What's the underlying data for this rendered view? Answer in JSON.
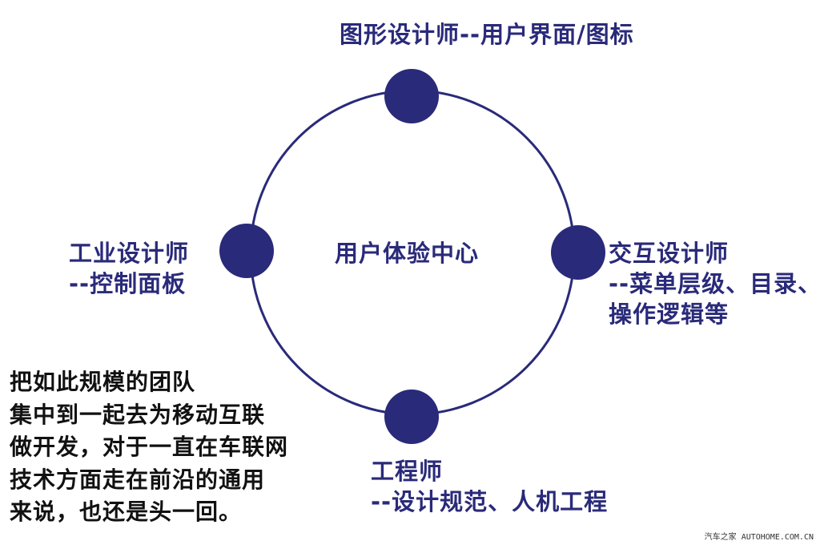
{
  "colors": {
    "ring": "#2a2a7a",
    "node": "#2a2a7a",
    "label": "#2a2a7a",
    "note": "#111111"
  },
  "center": {
    "label": "用户体验中心"
  },
  "nodes": {
    "top": {
      "title": "图形设计师--用户界面/图标"
    },
    "left": {
      "title": "工业设计师",
      "detail": "--控制面板"
    },
    "right": {
      "title": "交互设计师",
      "detail": "--菜单层级、目录、",
      "detail2": "操作逻辑等"
    },
    "bottom": {
      "title": "工程师",
      "detail": "--设计规范、人机工程"
    }
  },
  "note": {
    "lines": [
      "把如此规模的团队",
      "集中到一起去为移动互联",
      "做开发，对于一直在车联网",
      "技术方面走在前沿的通用",
      "来说，也还是头一回。"
    ]
  },
  "watermark": {
    "brand": "汽车之家",
    "site": "AUTOHOME.COM.CN"
  }
}
